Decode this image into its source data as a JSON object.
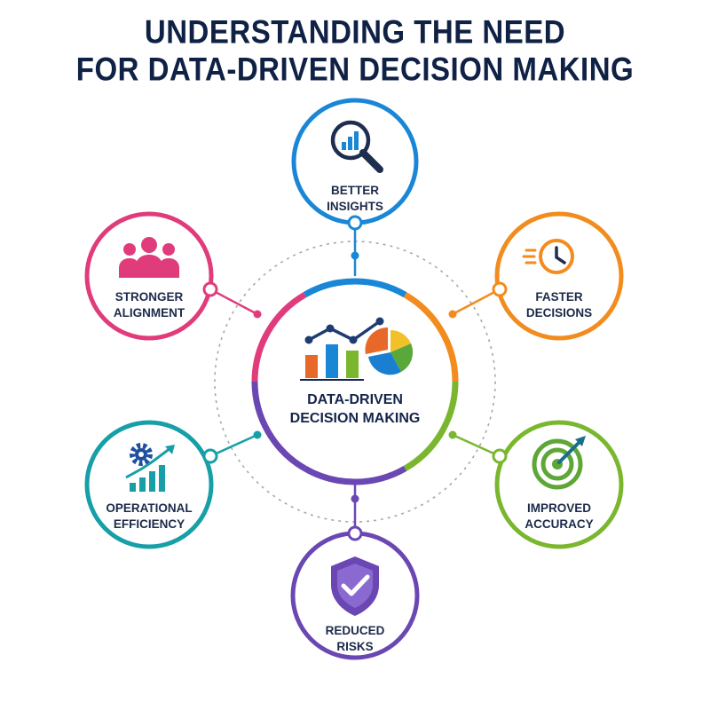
{
  "title": {
    "line1": "UNDERSTANDING THE NEED",
    "line2": "FOR DATA-DRIVEN DECISION MAKING"
  },
  "center": {
    "line1": "DATA-DRIVEN",
    "line2": "DECISION MAKING",
    "icon": "chart-analytics-icon"
  },
  "nodes": [
    {
      "id": "better-insights",
      "line1": "BETTER INSIGHTS",
      "line2": "",
      "color": "#1a86d6",
      "icon": "magnifier-chart-icon"
    },
    {
      "id": "faster-decisions",
      "line1": "FASTER",
      "line2": "DECISIONS",
      "color": "#f28c1e",
      "icon": "clock-speed-icon"
    },
    {
      "id": "improved-accuracy",
      "line1": "IMPROVED",
      "line2": "ACCURACY",
      "color": "#7ab72f",
      "icon": "target-arrow-icon"
    },
    {
      "id": "reduced-risks",
      "line1": "REDUCED",
      "line2": "RISKS",
      "color": "#6a47b3",
      "icon": "shield-check-icon"
    },
    {
      "id": "operational-efficiency",
      "line1": "OPERATIONAL",
      "line2": "EFFICIENCY",
      "color": "#169fa7",
      "icon": "gear-growth-icon"
    },
    {
      "id": "stronger-alignment",
      "line1": "STRONGER",
      "line2": "ALIGNMENT",
      "color": "#e03c7c",
      "icon": "team-people-icon"
    }
  ]
}
